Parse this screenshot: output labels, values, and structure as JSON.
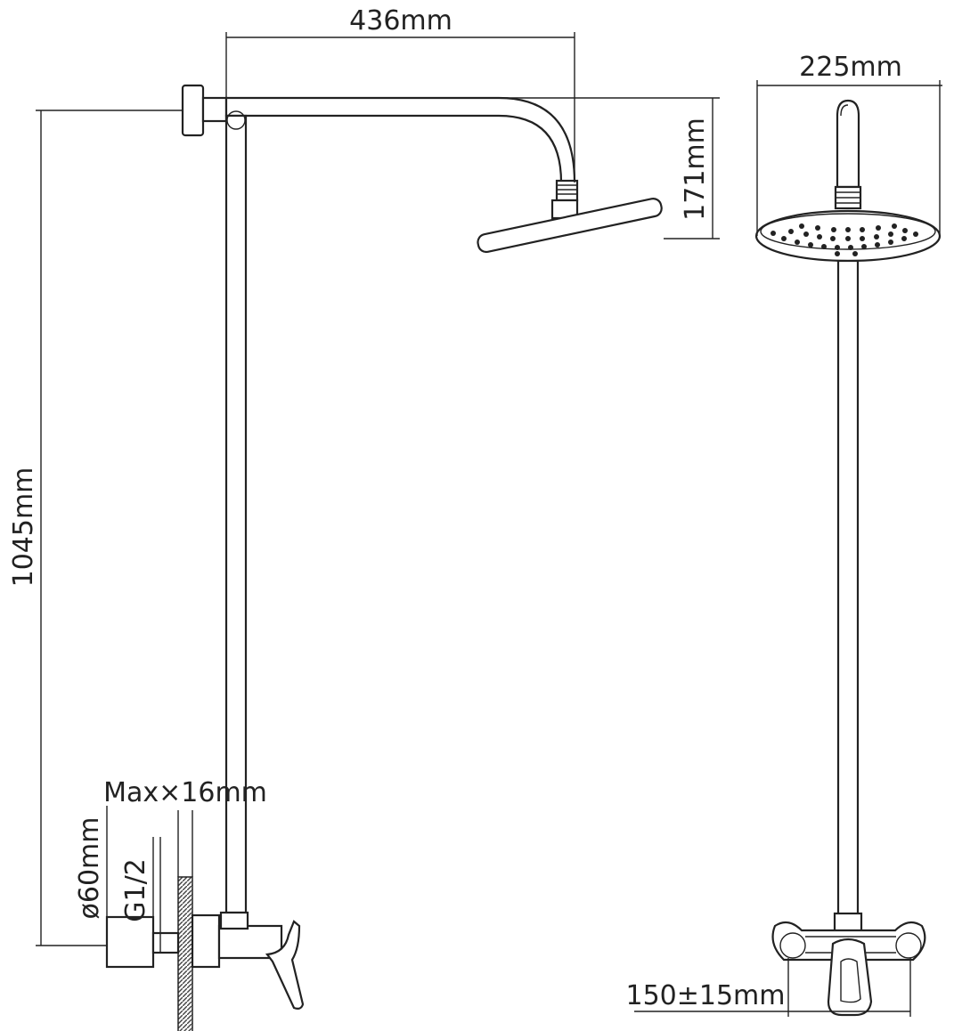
{
  "dimensions": {
    "arm_length": "436mm",
    "head_drop": "171mm",
    "head_diameter": "225mm",
    "rail_height": "1045mm",
    "wall_max": "Max×16mm",
    "escutcheon": "ø60mm",
    "thread": "G1/2",
    "inlet_spacing": "150±15mm"
  },
  "colors": {
    "line": "#222222",
    "background": "#ffffff",
    "hatch": "#444444"
  }
}
